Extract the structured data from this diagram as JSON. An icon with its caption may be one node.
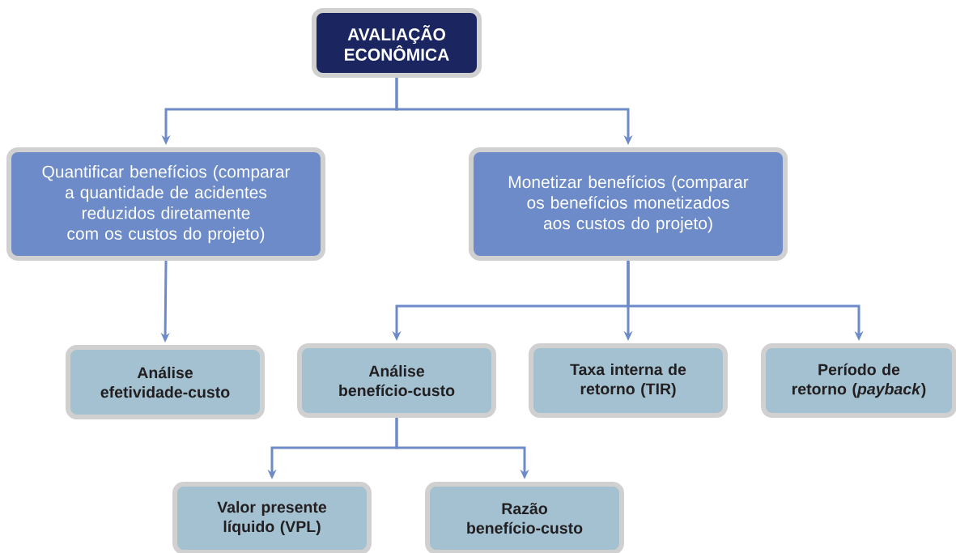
{
  "diagram": {
    "nodes": [
      {
        "text": [
          "AVALIAÇÃO ECONÔMICA"
        ]
      },
      {
        "text": [
          "Quantificar benefícios (comparar a quantidade de acidentes reduzidos diretamente com os custos do projeto)"
        ]
      },
      {
        "text": [
          "Monetizar benefícios (comparar os benefícios monetizados aos custos do projeto)"
        ]
      },
      {
        "text": [
          "Análise efetividade-custo"
        ]
      },
      {
        "text": [
          "Análise benefício-custo"
        ]
      },
      {
        "text": [
          "Taxa interna de retorno (TIR)"
        ]
      },
      {
        "text": [
          "Período de retorno (*payback*)"
        ]
      },
      {
        "text": [
          "Valor presente líquido (VPL)"
        ]
      },
      {
        "text": [
          "Razão benefício-custo"
        ]
      }
    ],
    "edges": [
      {
        "from": 0,
        "to": 1,
        "arrow": "to"
      },
      {
        "from": 0,
        "to": 2,
        "arrow": "to"
      },
      {
        "from": 1,
        "to": 3,
        "arrow": "to"
      },
      {
        "from": 2,
        "to": 4,
        "arrow": "to"
      },
      {
        "from": 2,
        "to": 5,
        "arrow": "to"
      },
      {
        "from": 2,
        "to": 6,
        "arrow": "to"
      },
      {
        "from": 4,
        "to": 7,
        "arrow": "to"
      },
      {
        "from": 4,
        "to": 8,
        "arrow": "to"
      }
    ]
  }
}
